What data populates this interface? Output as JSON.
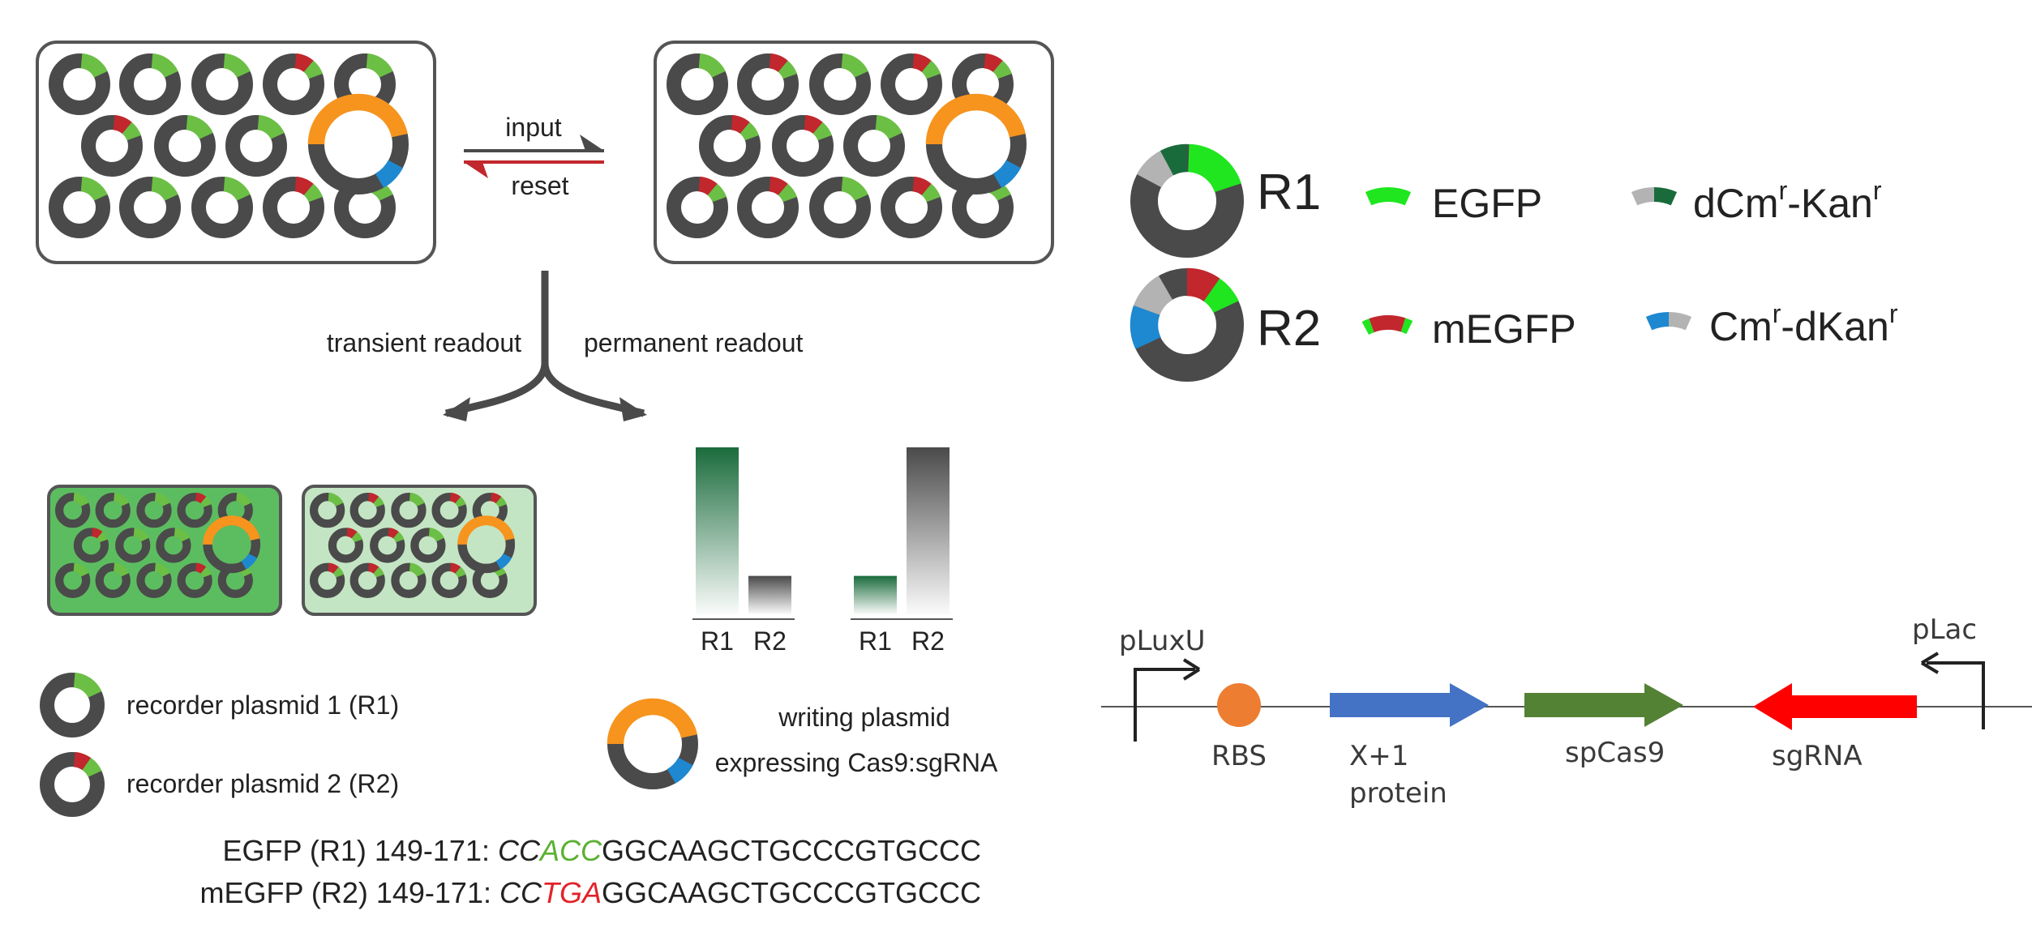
{
  "colors": {
    "dark": "#4a4a4a",
    "green": "#6cbf45",
    "bright_green": "#1fe61f",
    "red": "#c1272d",
    "orange": "#f7941d",
    "blue": "#1e88d0",
    "gray": "#b3b3b3",
    "dark_green": "#1a6b3c",
    "well_green": "#5cbd60",
    "well_light_green": "#c4e5c4",
    "sequence_green": "#5ab031",
    "sequence_red": "#e3222a",
    "gene_blue": "#4472c4",
    "gene_green": "#548235",
    "gene_red": "#ff0000",
    "rbs_orange": "#ed7d31"
  },
  "transition": {
    "input_label": "input",
    "reset_label": "reset"
  },
  "readout": {
    "transient_label": "transient readout",
    "permanent_label": "permanent readout"
  },
  "legend_plasmids": {
    "r1_label": "recorder plasmid 1 (R1)",
    "r2_label": "recorder plasmid 2 (R2)",
    "writing_line1": "writing plasmid",
    "writing_line2": "expressing Cas9:sgRNA"
  },
  "sequences": {
    "egfp_prefix": "EGFP (R1) 149-171: ",
    "egfp_italic_dark": "CC",
    "egfp_italic_colored": "ACC",
    "egfp_rest": "GGCAAGCTGCCCGTGCCC",
    "megfp_prefix": "mEGFP (R2) 149-171: ",
    "megfp_italic_dark": "CC",
    "megfp_italic_colored": "TGA",
    "megfp_rest": "GGCAAGCTGCCCGTGCCC"
  },
  "key": {
    "r1": "R1",
    "r2": "R2",
    "egfp": "EGFP",
    "megfp": "mEGFP",
    "dcm_kan_a": "dCm",
    "dcm_kan_sup1": "r",
    "dcm_kan_b": "-Kan",
    "dcm_kan_sup2": "r",
    "cm_dkan_a": "Cm",
    "cm_dkan_sup1": "r",
    "cm_dkan_b": "-dKan",
    "cm_dkan_sup2": "r"
  },
  "construct": {
    "promoter_left": "pLuxU",
    "promoter_right": "pLac",
    "rbs": "RBS",
    "gene1_line1": "X+1",
    "gene1_line2": "protein",
    "gene2": "spCas9",
    "gene3": "sgRNA"
  },
  "chart_data": [
    {
      "type": "bar",
      "categories": [
        "R1",
        "R2"
      ],
      "values": [
        1.0,
        0.23
      ],
      "bar_colors": [
        "dark_green",
        "dark"
      ]
    },
    {
      "type": "bar",
      "categories": [
        "R1",
        "R2"
      ],
      "values": [
        0.23,
        1.0
      ],
      "bar_colors": [
        "dark_green",
        "dark"
      ]
    }
  ]
}
